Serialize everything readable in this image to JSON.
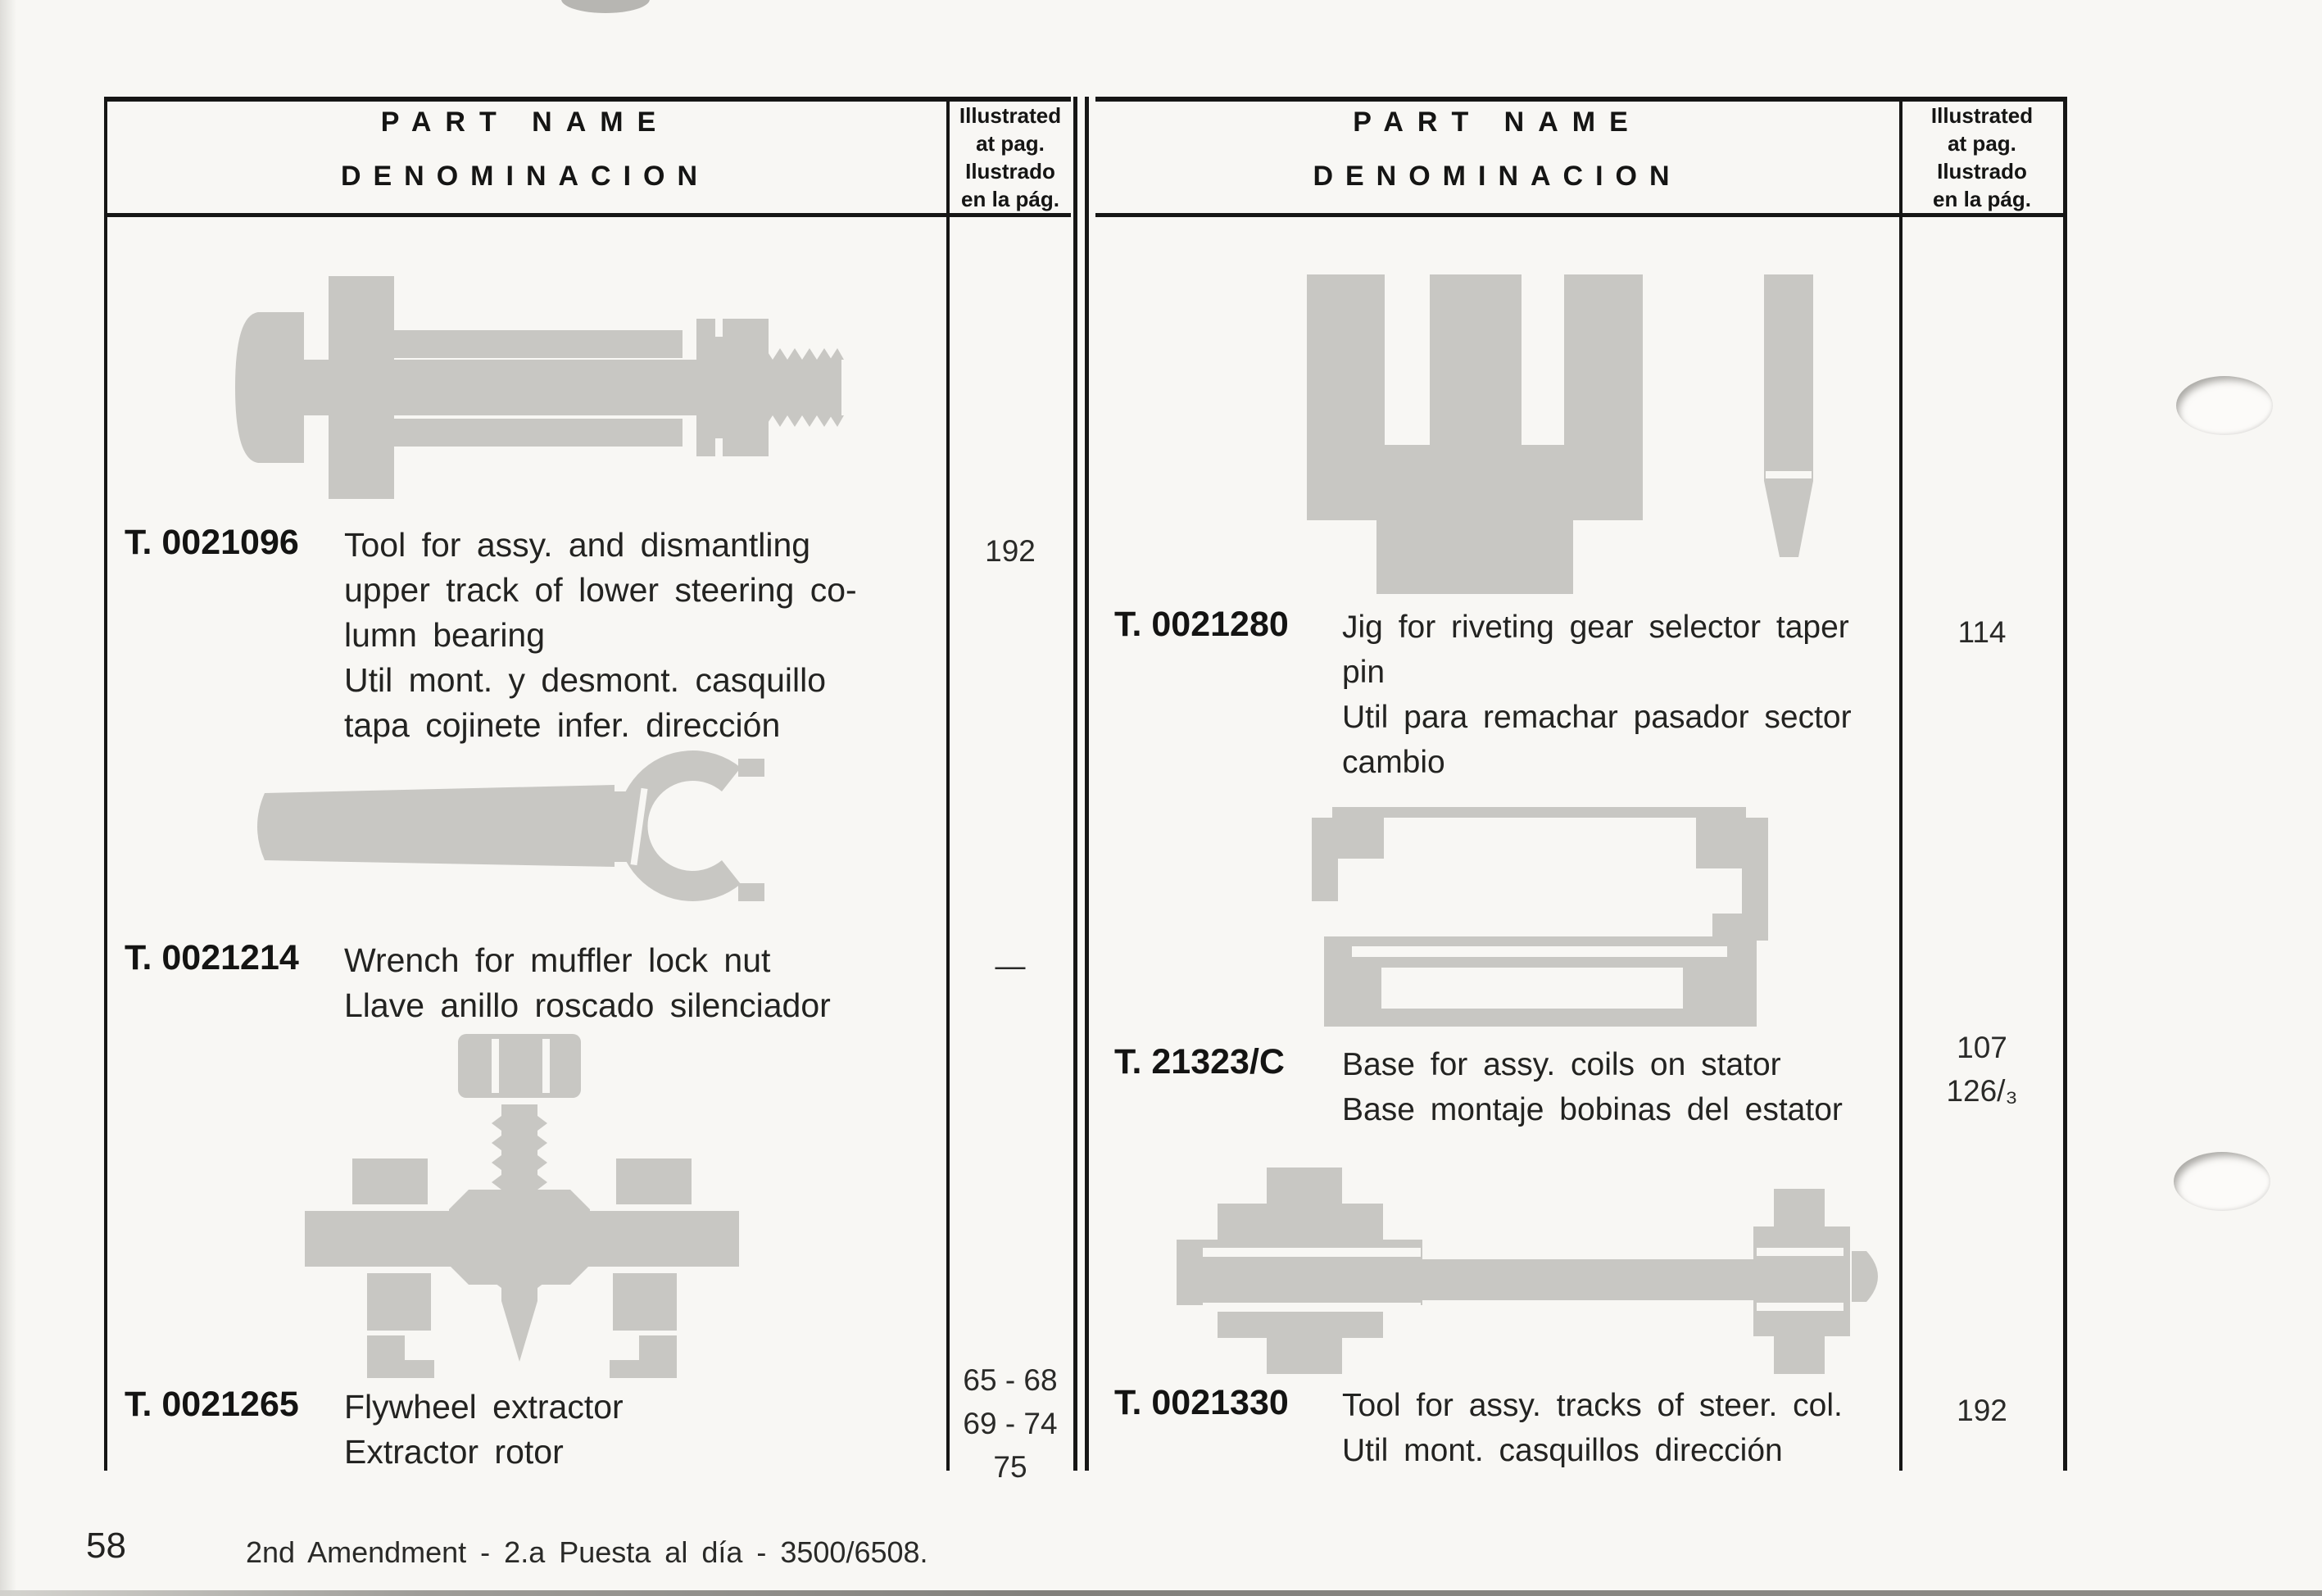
{
  "header": {
    "part_name_en": "PART NAME",
    "part_name_es": "DENOMINACION",
    "illustrated": "Illustrated\nat pag.\nIlustrado\nen la pág."
  },
  "left_column": {
    "entries": [
      {
        "part_number": "T. 0021096",
        "description": "Tool for assy. and dismantling\nupper track of lower steering co-\nlumn bearing\nUtil mont. y desmont. casquillo\ntapa cojinete infer. dirección",
        "page_ref": "192",
        "illustration": "steering-column-bearing-tool"
      },
      {
        "part_number": "T. 0021214",
        "description": "Wrench for muffler lock nut\nLlave anillo roscado silenciador",
        "page_ref": "—",
        "illustration": "muffler-lock-nut-wrench"
      },
      {
        "part_number": "T. 0021265",
        "description": "Flywheel extractor\nExtractor rotor",
        "page_ref": "65 - 68\n69 - 74\n75",
        "illustration": "flywheel-extractor"
      }
    ]
  },
  "right_column": {
    "entries": [
      {
        "part_number": "T. 0021280",
        "description": "Jig for riveting gear selector taper\npin\nUtil para remachar pasador sector\ncambio",
        "page_ref": "114",
        "illustration": "gear-selector-riveting-jig"
      },
      {
        "part_number": "T. 21323/C",
        "description": "Base for assy. coils on stator\nBase montaje bobinas del estator",
        "page_ref": "107\n126/₃",
        "illustration": "stator-coils-base"
      },
      {
        "part_number": "T. 0021330",
        "description": "Tool for assy. tracks of steer. col.\nUtil mont. casquillos dirección",
        "page_ref": "192",
        "illustration": "steering-column-tracks-tool"
      }
    ]
  },
  "footer": {
    "page_number": "58",
    "amendment": "2nd Amendment - 2.a Puesta al día - 3500/6508."
  }
}
